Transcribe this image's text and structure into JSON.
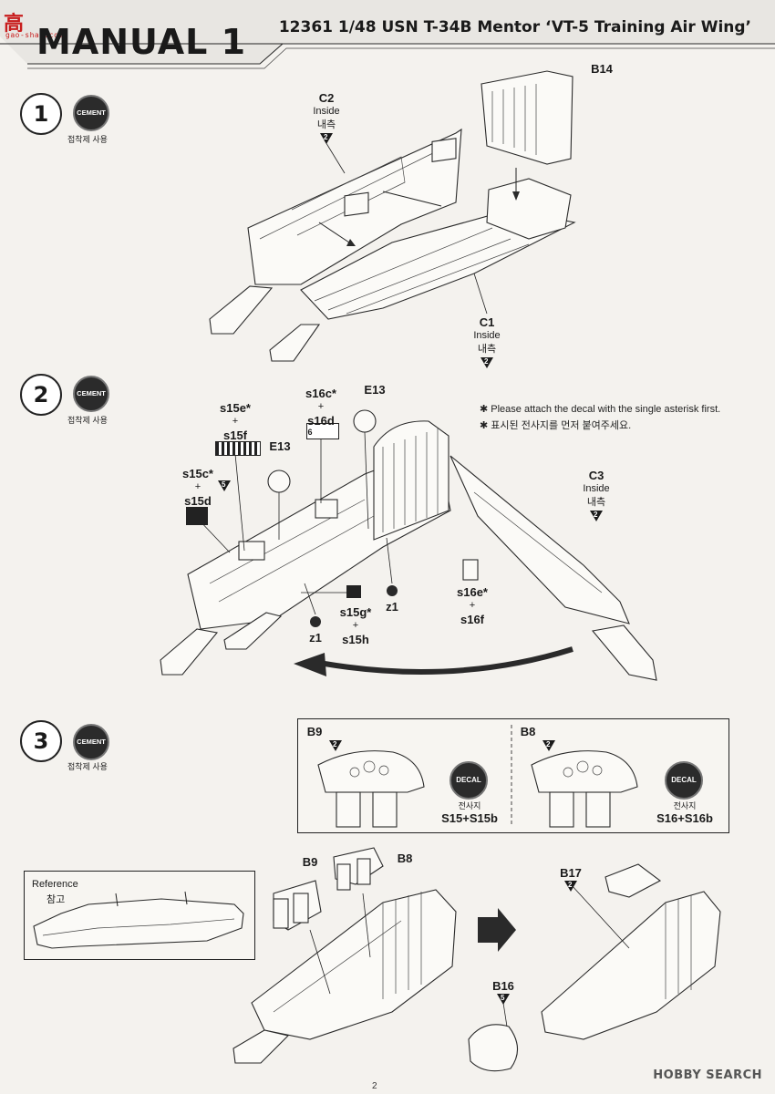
{
  "header": {
    "manual_title": "MANUAL 1",
    "kit_title": "12361 1/48 USN T-34B Mentor ‘VT-5 Training Air Wing’",
    "watermark": "高",
    "watermark_sub": "gao-shan.com"
  },
  "cement_label": "CEMENT",
  "cement_caption": "접착제 사용",
  "decal_label": "DECAL",
  "decal_caption": "전사지",
  "steps": [
    {
      "number": "1"
    },
    {
      "number": "2"
    },
    {
      "number": "3"
    }
  ],
  "step1": {
    "c2": {
      "name": "C2",
      "inside": "Inside",
      "inside_kr": "내측",
      "qty": "2"
    },
    "b14": {
      "name": "B14"
    },
    "c1": {
      "name": "C1",
      "inside": "Inside",
      "inside_kr": "내측",
      "qty": "2"
    }
  },
  "step2": {
    "note_en": "Please attach the decal with the single asterisk first.",
    "note_kr": "표시된 전사지를 먼저 붙여주세요.",
    "s15e": {
      "a": "s15e*",
      "plus": "+",
      "b": "s15f"
    },
    "s16c": {
      "a": "s16c*",
      "plus": "+",
      "b": "s16d"
    },
    "s15c": {
      "a": "s15c*",
      "plus": "+",
      "b": "s15d"
    },
    "s15g": {
      "a": "s15g*",
      "plus": "+",
      "b": "s15h"
    },
    "s16e": {
      "a": "s16e*",
      "plus": "+",
      "b": "s16f"
    },
    "e13_top": "E13",
    "e13_left": "E13",
    "z1_right": "z1",
    "z1_left": "z1",
    "c3": {
      "name": "C3",
      "inside": "Inside",
      "inside_kr": "내측",
      "qty": "2"
    },
    "qty_5": "5",
    "qty_6": "6"
  },
  "step3": {
    "b9_box": {
      "name": "B9",
      "qty": "2",
      "decal": "S15+S15b"
    },
    "b8_box": {
      "name": "B8",
      "qty": "2",
      "decal": "S16+S16b"
    },
    "reference": "Reference",
    "reference_kr": "참고",
    "b9": "B9",
    "b8": "B8",
    "b17": {
      "name": "B17",
      "qty": "2"
    },
    "b16": {
      "name": "B16",
      "qty": "5"
    }
  },
  "footer": {
    "brand": "HOBBY SEARCH",
    "page": "2"
  }
}
